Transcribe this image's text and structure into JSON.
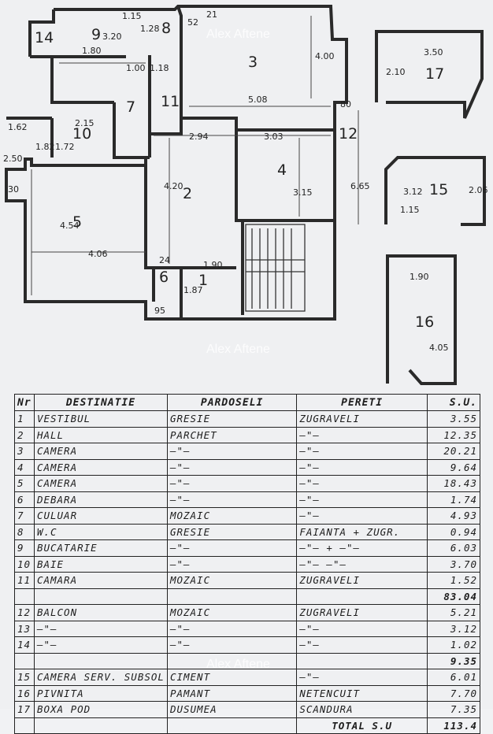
{
  "watermark": "Alex Aftene",
  "floor_plan": {
    "rooms": [
      {
        "id": "1",
        "label": "1"
      },
      {
        "id": "2",
        "label": "2"
      },
      {
        "id": "3",
        "label": "3"
      },
      {
        "id": "4",
        "label": "4"
      },
      {
        "id": "5",
        "label": "5"
      },
      {
        "id": "6",
        "label": "6"
      },
      {
        "id": "7",
        "label": "7"
      },
      {
        "id": "8",
        "label": "8"
      },
      {
        "id": "9",
        "label": "9"
      },
      {
        "id": "10",
        "label": "10"
      },
      {
        "id": "11",
        "label": "11"
      },
      {
        "id": "12",
        "label": "12"
      },
      {
        "id": "14",
        "label": "14"
      },
      {
        "id": "15",
        "label": "15"
      },
      {
        "id": "16",
        "label": "16"
      },
      {
        "id": "17",
        "label": "17"
      }
    ],
    "dimensions": [
      "3.20",
      "1.80",
      "1.00",
      "1.18",
      "5.08",
      "4.00",
      "2.94",
      "3.03",
      "3.15",
      "4.20",
      "4.54",
      "4.06",
      "1.90",
      "6.65",
      "2.15",
      "1.62",
      "2.50",
      "1.82",
      "1.72",
      "3.50",
      "2.10",
      "3.12",
      "2.06",
      "1.15",
      "1.90",
      "4.05",
      "80",
      "95",
      "24",
      "1.87",
      "52",
      "21",
      "1.15",
      "1.28",
      "30"
    ]
  },
  "schedule": {
    "headers": {
      "nr": "Nr",
      "destinatie": "DESTINATIE",
      "pardoseli": "PARDOSELI",
      "pereti": "PERETI",
      "su": "S.U."
    },
    "rows": [
      {
        "nr": "1",
        "destinatie": "VESTIBUL",
        "pardoseli": "GRESIE",
        "pereti": "ZUGRAVELI",
        "su": "3.55"
      },
      {
        "nr": "2",
        "destinatie": "HALL",
        "pardoseli": "PARCHET",
        "pereti": "—\"—",
        "su": "12.35"
      },
      {
        "nr": "3",
        "destinatie": "CAMERA",
        "pardoseli": "—\"—",
        "pereti": "—\"—",
        "su": "20.21"
      },
      {
        "nr": "4",
        "destinatie": "CAMERA",
        "pardoseli": "—\"—",
        "pereti": "—\"—",
        "su": "9.64"
      },
      {
        "nr": "5",
        "destinatie": "CAMERA",
        "pardoseli": "—\"—",
        "pereti": "—\"—",
        "su": "18.43"
      },
      {
        "nr": "6",
        "destinatie": "DEBARA",
        "pardoseli": "—\"—",
        "pereti": "—\"—",
        "su": "1.74"
      },
      {
        "nr": "7",
        "destinatie": "CULUAR",
        "pardoseli": "MOZAIC",
        "pereti": "—\"—",
        "su": "4.93"
      },
      {
        "nr": "8",
        "destinatie": "W.C",
        "pardoseli": "GRESIE",
        "pereti": "FAIANTA + ZUGR.",
        "su": "0.94"
      },
      {
        "nr": "9",
        "destinatie": "BUCATARIE",
        "pardoseli": "—\"—",
        "pereti": "—\"— + —\"—",
        "su": "6.03"
      },
      {
        "nr": "10",
        "destinatie": "BAIE",
        "pardoseli": "—\"—",
        "pereti": "—\"— —\"—",
        "su": "3.70"
      },
      {
        "nr": "11",
        "destinatie": "CAMARA",
        "pardoseli": "MOZAIC",
        "pereti": "ZUGRAVELI",
        "su": "1.52"
      }
    ],
    "subtotal1": "83.04",
    "rows2": [
      {
        "nr": "12",
        "destinatie": "BALCON",
        "pardoseli": "MOZAIC",
        "pereti": "ZUGRAVELI",
        "su": "5.21"
      },
      {
        "nr": "13",
        "destinatie": "—\"—",
        "pardoseli": "—\"—",
        "pereti": "—\"—",
        "su": "3.12"
      },
      {
        "nr": "14",
        "destinatie": "—\"—",
        "pardoseli": "—\"—",
        "pereti": "—\"—",
        "su": "1.02"
      }
    ],
    "subtotal2": "9.35",
    "rows3": [
      {
        "nr": "15",
        "destinatie": "CAMERA SERV. SUBSOL",
        "pardoseli": "CIMENT",
        "pereti": "—\"—",
        "su": "6.01"
      },
      {
        "nr": "16",
        "destinatie": "PIVNITA",
        "pardoseli": "PAMANT",
        "pereti": "NETENCUIT",
        "su": "7.70"
      },
      {
        "nr": "17",
        "destinatie": "BOXA POD",
        "pardoseli": "DUSUMEA",
        "pereti": "SCANDURA",
        "su": "7.35"
      }
    ],
    "total_label": "TOTAL S.U",
    "total_value": "113.4"
  }
}
